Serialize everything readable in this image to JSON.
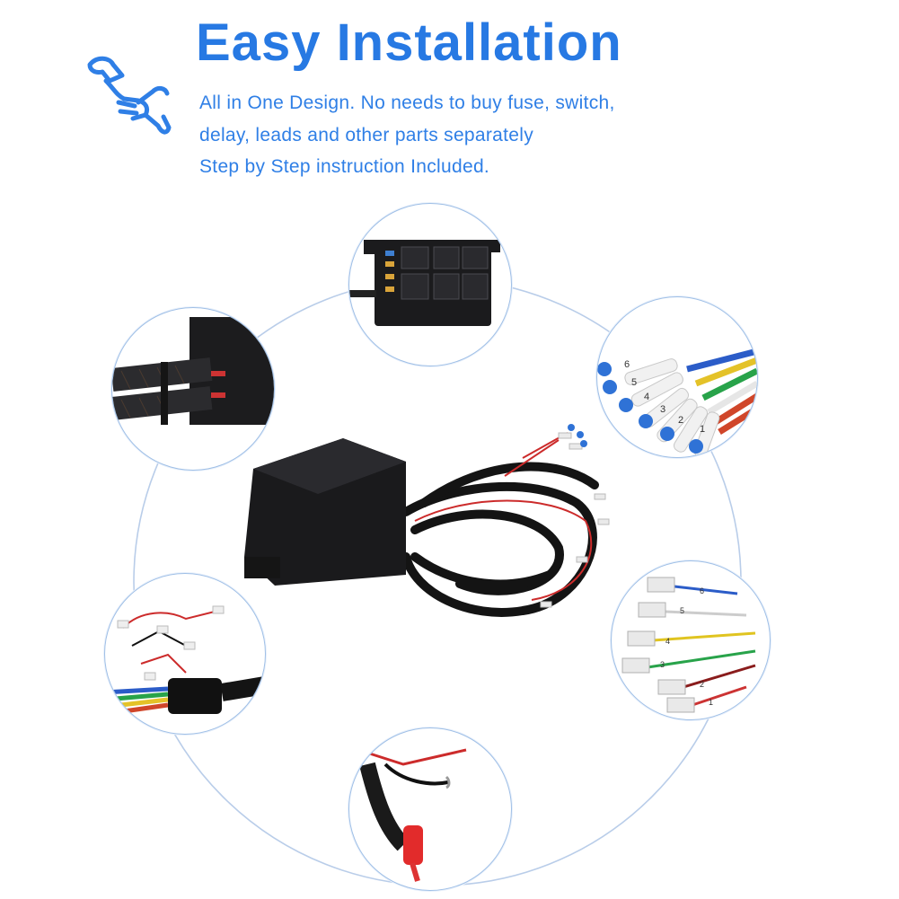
{
  "header": {
    "title": "Easy Installation",
    "lines": [
      "All in One Design. No needs to buy fuse, switch,",
      "delay, leads and other parts separately",
      "Step by Step instruction Included."
    ]
  },
  "icons": {
    "header_icon": "wrench-in-hand-icon"
  },
  "colors": {
    "accent": "#2779e3",
    "ring": "#b9cde9"
  },
  "terminal_numbers": [
    "6",
    "5",
    "4",
    "3",
    "2",
    "1"
  ],
  "connector_numbers": [
    "6",
    "5",
    "4",
    "3",
    "2",
    "1"
  ]
}
